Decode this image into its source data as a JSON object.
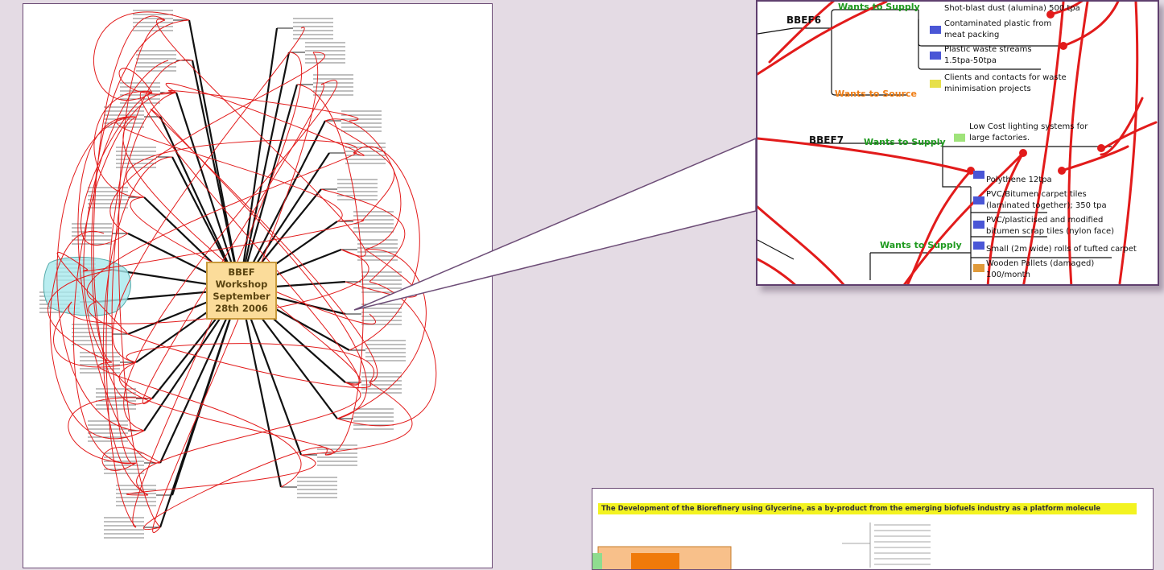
{
  "main_map": {
    "center_lines": [
      "BBEF",
      "Workshop",
      "September",
      "28th 2006"
    ]
  },
  "zoom": {
    "bbef6": {
      "code": "BBEF6",
      "supply_label": "Wants to Supply",
      "items": [
        "Shot-blast dust (alumina) 500 tpa",
        "Contaminated plastic from",
        "meat packing",
        "Plastic waste streams",
        "1.5tpa-50tpa"
      ],
      "source_label": "Wants to Source",
      "source_items": [
        "Clients and contacts for waste",
        "minimisation projects"
      ]
    },
    "bbef7": {
      "code": "BBEF7",
      "supply_label": "Wants to Supply",
      "items": [
        "Low Cost lighting systems for",
        "large factories."
      ]
    },
    "list": {
      "supply_label": "Wants to Supply",
      "items": [
        "Polythene 12tpa",
        "PVC/Bitumen carpet tiles",
        "(laminated together); 350 tpa",
        "PVC/plasticised and modified",
        "bitumen scrap tiles (nylon face)",
        "Small (2m wide) rolls of tufted carpet",
        "Wooden Pallets (damaged)",
        "100/month"
      ]
    }
  },
  "bottom": {
    "banner": "The Development of the Biorefinery using Glycerine, as a by-product from the emerging biofuels industry as a platform molecule"
  },
  "colors": {
    "link_red": "#e21b1b",
    "supply_green": "#1f9a1f",
    "source_orange": "#ef7d14",
    "frame_purple": "#5f3f6e"
  },
  "icons": [
    "tmp-flag-icon",
    "note-icon"
  ]
}
